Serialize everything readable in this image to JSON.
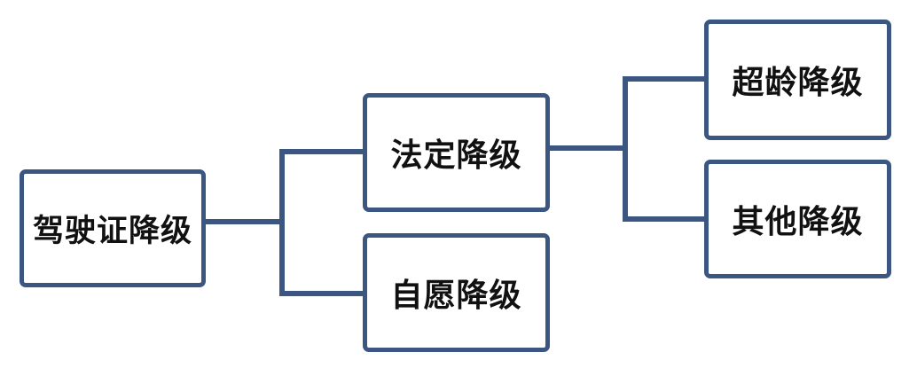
{
  "diagram": {
    "root": {
      "label": "驾驶证降级"
    },
    "level1": [
      {
        "label": "法定降级"
      },
      {
        "label": "自愿降级"
      }
    ],
    "level2": [
      {
        "label": "超龄降级"
      },
      {
        "label": "其他降级"
      }
    ]
  },
  "colors": {
    "border": "#3a5681",
    "line": "#3a5681",
    "text": "#111111",
    "background": "#ffffff"
  }
}
